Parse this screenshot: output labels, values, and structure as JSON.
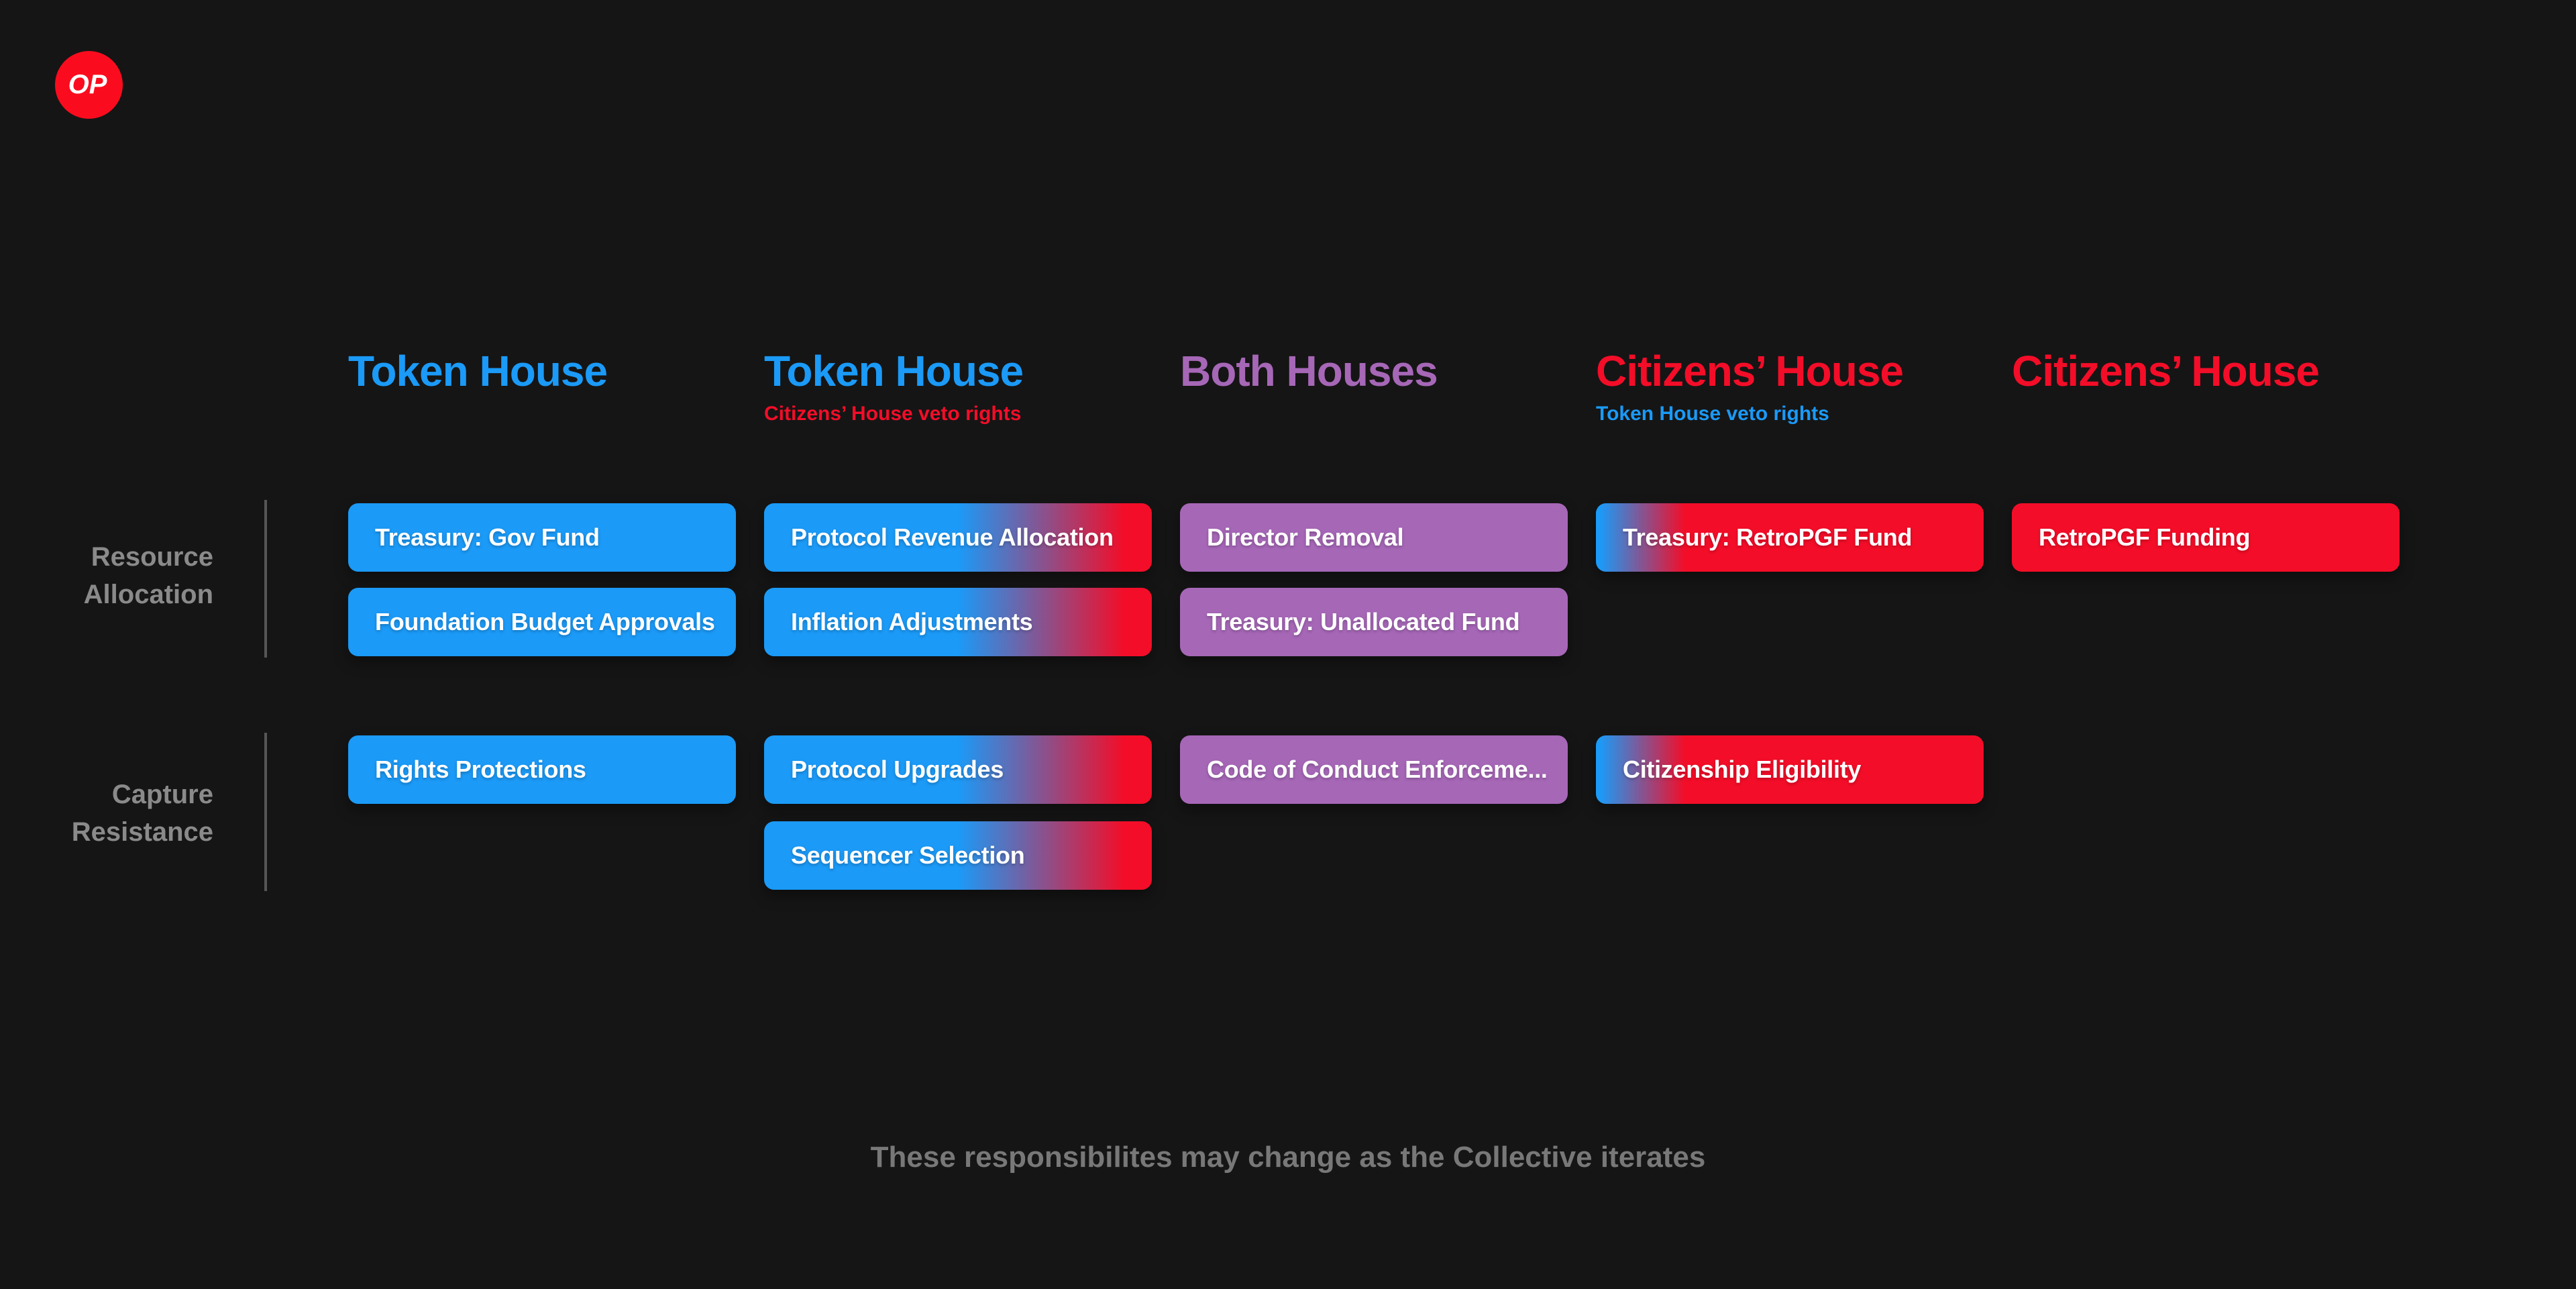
{
  "logo": {
    "label": "OP"
  },
  "colors": {
    "bg": "#151515",
    "blue": "#1b9af7",
    "red": "#f30d28",
    "purple": "#a667b7",
    "logo_red": "#fa0c1e",
    "label_gray": "#8a8a8a",
    "footer_gray": "#787878",
    "line_gray": "#565656",
    "white": "#ffffff"
  },
  "row_labels": [
    {
      "line1": "Resource",
      "line2": "Allocation"
    },
    {
      "line1": "Capture",
      "line2": "Resistance"
    }
  ],
  "columns": [
    {
      "title": "Token House",
      "title_color": "blue",
      "pill_style": "blue",
      "resource_allocation": [
        "Treasury: Gov Fund",
        "Foundation Budget Approvals"
      ],
      "capture_resistance": [
        "Rights Protections"
      ]
    },
    {
      "title": "Token House",
      "title_color": "blue",
      "subtitle": "Citizens’ House veto rights",
      "subtitle_color": "red",
      "pill_style": "blue-red",
      "resource_allocation": [
        "Protocol Revenue Allocation",
        "Inflation Adjustments"
      ],
      "capture_resistance": [
        "Protocol Upgrades",
        "Sequencer Selection"
      ]
    },
    {
      "title": "Both Houses",
      "title_color": "purple",
      "pill_style": "purple",
      "resource_allocation": [
        "Director Removal",
        "Treasury: Unallocated Fund"
      ],
      "capture_resistance": [
        "Code of Conduct Enforceme..."
      ]
    },
    {
      "title": "Citizens’ House",
      "title_color": "red",
      "subtitle": "Token House veto rights",
      "subtitle_color": "blue",
      "pill_style": "blue-red-early",
      "resource_allocation": [
        "Treasury: RetroPGF Fund"
      ],
      "capture_resistance": [
        "Citizenship Eligibility"
      ]
    },
    {
      "title": "Citizens’ House",
      "title_color": "red",
      "pill_style": "red",
      "resource_allocation": [
        "RetroPGF Funding"
      ],
      "capture_resistance": []
    }
  ],
  "footer": {
    "note": "These responsibilites may change as the Collective iterates"
  }
}
